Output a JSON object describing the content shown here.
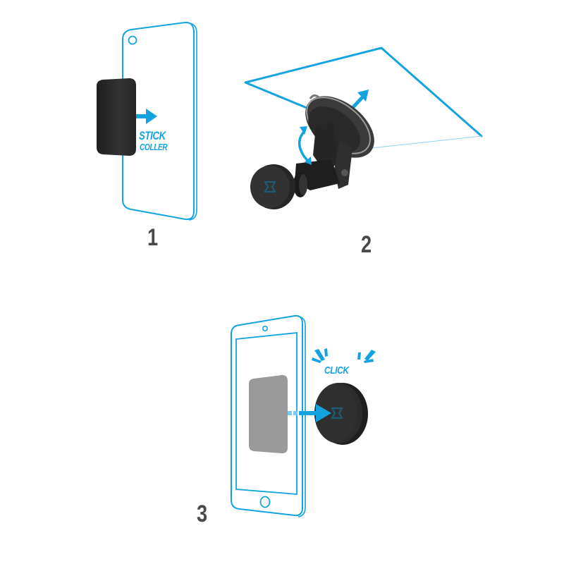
{
  "colors": {
    "accent_blue": "#12a3e0",
    "device_black": "#2b2b2b",
    "sticker_gray": "#9a9a9a",
    "step_number_gray": "#4a4a4a",
    "background": "#ffffff"
  },
  "steps": [
    {
      "number": "1",
      "labels": [
        "STICK",
        "COLLER"
      ],
      "description_icons": [
        "phone-outline-icon",
        "metal-plate-icon",
        "arrow-right-icon"
      ]
    },
    {
      "number": "2",
      "labels": [],
      "description_icons": [
        "windshield-outline-icon",
        "suction-mount-icon",
        "rotate-arrow-icon",
        "arrow-up-right-icon"
      ]
    },
    {
      "number": "3",
      "labels": [
        "CLICK"
      ],
      "description_icons": [
        "tablet-outline-icon",
        "metal-plate-icon",
        "arrow-right-icon",
        "magnet-disc-icon",
        "click-burst-icon"
      ]
    }
  ]
}
